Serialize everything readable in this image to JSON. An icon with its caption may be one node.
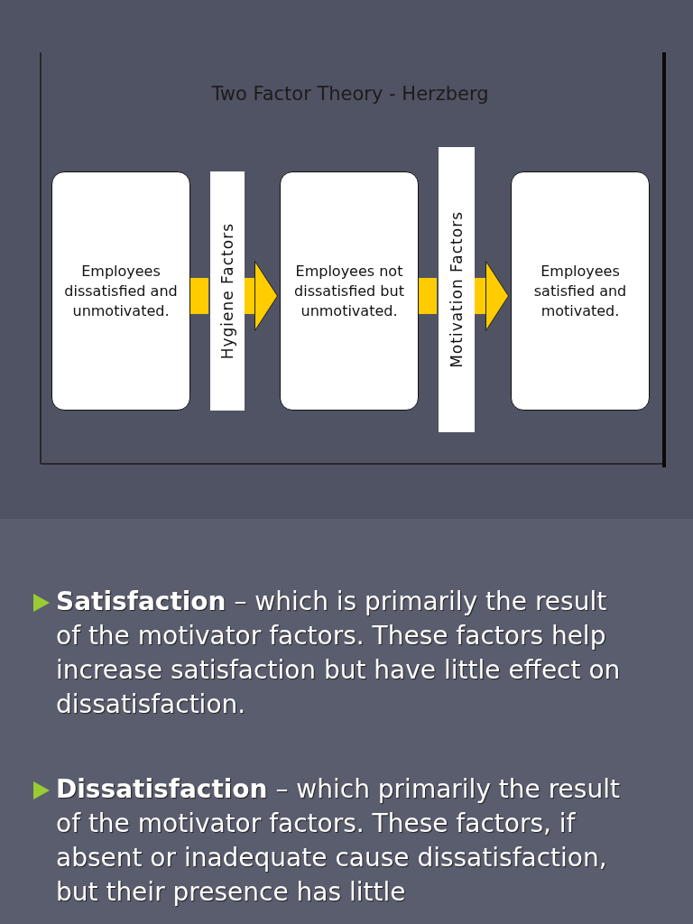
{
  "diagram": {
    "title": "Two Factor Theory - Herzberg",
    "nodes": [
      {
        "text": [
          "Employees dissatisfied and unmotivated."
        ]
      },
      {
        "text": [
          "Hygiene Factors"
        ]
      },
      {
        "text": [
          "Employees not dissatisfied but unmotivated."
        ]
      },
      {
        "text": [
          "Motivation Factors"
        ]
      },
      {
        "text": [
          "Employees satisfied and motivated."
        ]
      }
    ],
    "edges": [
      {
        "from": 0,
        "to": 1,
        "arrow": "none"
      },
      {
        "from": 1,
        "to": 2,
        "arrow": "to"
      },
      {
        "from": 2,
        "to": 3,
        "arrow": "none"
      },
      {
        "from": 3,
        "to": 4,
        "arrow": "to"
      }
    ],
    "labels": [
      "**Satisfaction** – which is primarily the result of the motivator factors. These factors help increase satisfaction but have little effect on dissatisfaction.",
      "**Dissatisfaction** – which primarily the result of the motivator factors. These factors, if absent or inadequate cause dissatisfaction, but their presence has little"
    ]
  }
}
